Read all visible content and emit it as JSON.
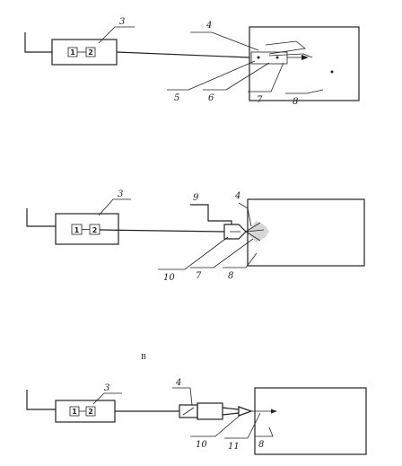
{
  "diagram": {
    "panel_a": {
      "labels": {
        "l3": "3",
        "l4": "4",
        "l5": "5",
        "l6": "6",
        "l7": "7",
        "l8": "8"
      },
      "blocks": {
        "b1": "1",
        "b2": "2"
      }
    },
    "panel_b": {
      "labels": {
        "l3": "3",
        "l9": "9",
        "l4": "4",
        "l10": "10",
        "l7": "7",
        "l8": "8"
      },
      "blocks": {
        "b1": "1",
        "b2": "2"
      }
    },
    "section_label": "B",
    "panel_c": {
      "labels": {
        "l3": "3",
        "l4": "4",
        "l10": "10",
        "l11": "11",
        "l8": "8"
      },
      "blocks": {
        "b1": "1",
        "b2": "2"
      }
    }
  }
}
